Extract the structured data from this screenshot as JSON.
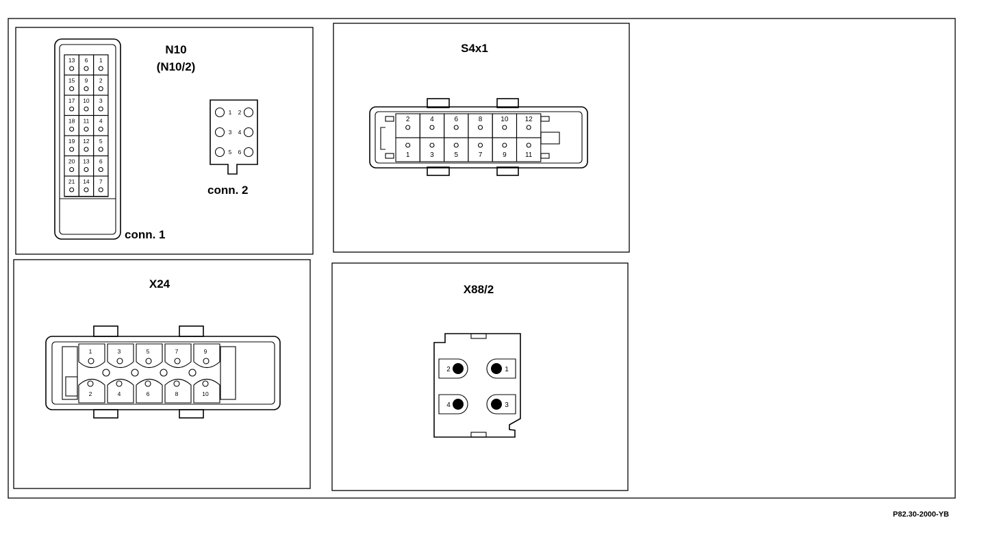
{
  "document_ref": "P82.30-2000-YB",
  "panels": {
    "n10": {
      "title": "N10",
      "subtitle": "(N10/2)",
      "conn1": {
        "label": "conn. 1",
        "rows": [
          [
            "13",
            "6",
            "1"
          ],
          [
            "15",
            "9",
            "2"
          ],
          [
            "17",
            "10",
            "3"
          ],
          [
            "18",
            "11",
            "4"
          ],
          [
            "19",
            "12",
            "5"
          ],
          [
            "20",
            "13",
            "6"
          ],
          [
            "21",
            "14",
            "7"
          ]
        ]
      },
      "conn2": {
        "label": "conn. 2",
        "rows": [
          [
            "1",
            "2"
          ],
          [
            "3",
            "4"
          ],
          [
            "5",
            "6"
          ]
        ]
      }
    },
    "s4x1": {
      "title": "S4x1",
      "top_pins": [
        "2",
        "4",
        "6",
        "8",
        "10",
        "12"
      ],
      "bottom_pins": [
        "1",
        "3",
        "5",
        "7",
        "9",
        "11"
      ]
    },
    "x24": {
      "title": "X24",
      "top_pins": [
        "1",
        "3",
        "5",
        "7",
        "9"
      ],
      "bottom_pins": [
        "2",
        "4",
        "6",
        "8",
        "10"
      ]
    },
    "x88_2": {
      "title": "X88/2",
      "pins": [
        "2",
        "1",
        "4",
        "3"
      ]
    }
  }
}
